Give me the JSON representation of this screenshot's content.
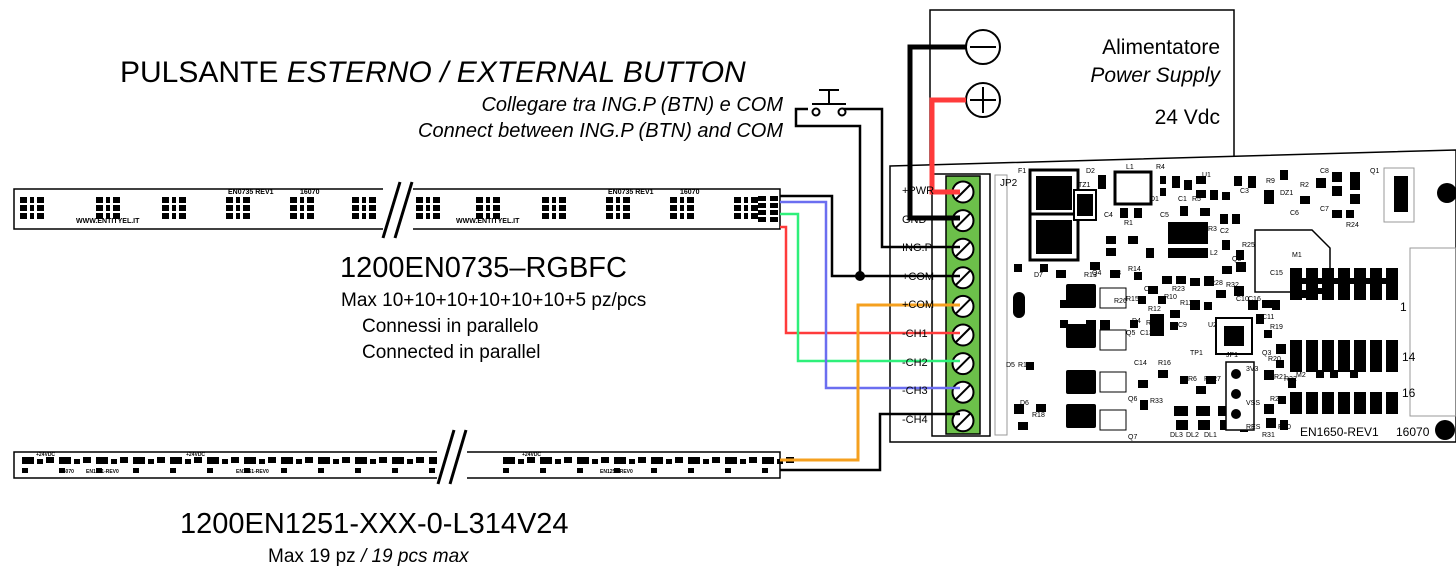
{
  "button": {
    "title_plain": "PULSANTE",
    "title_italic": "ESTERNO / EXTERNAL BUTTON",
    "note_it": "Collegare tra ING.P (BTN) e COM",
    "note_en": "Connect between ING.P (BTN) and COM"
  },
  "power_supply": {
    "name_it": "Alimentatore",
    "name_en": "Power Supply",
    "voltage": "24 Vdc"
  },
  "strip_rgb": {
    "model": "1200EN0735–RGBFC",
    "max": "Max 10+10+10+10+10+10+5 pz/pcs",
    "parallel_it": "Connessi in parallelo",
    "parallel_en": "Connected in parallel",
    "pcb_code": "EN0735 REV1",
    "pcb_date": "16070",
    "pcb_url": "WWW.ENTITYEL.IT"
  },
  "strip_single": {
    "model": "1200EN1251-XXX-0-L314V24",
    "max_plain": "Max 19 pz",
    "max_italic": "/ 19 pcs max",
    "pcb_code": "EN1251-REV0",
    "pcb_label": "+24VDC",
    "pcb_date": "16070"
  },
  "terminal": {
    "header": "JP2",
    "pins": [
      "+PWR",
      "GND",
      "ING.P",
      "+COM",
      "+COM",
      "-CH1",
      "-CH2",
      "-CH3",
      "-CH4"
    ]
  },
  "board": {
    "rev": "EN1650-REV1",
    "date": "16070",
    "components": [
      "F1",
      "D2",
      "L1",
      "R4",
      "U1",
      "TZ1",
      "D1",
      "C1",
      "R5",
      "C3",
      "R9",
      "DZ1",
      "R2",
      "C8",
      "Q1",
      "C6",
      "C7",
      "R24",
      "C4",
      "R1",
      "C5",
      "R3",
      "L2",
      "C2",
      "D3",
      "R14",
      "D7",
      "R13",
      "Q8",
      "R25",
      "Q4",
      "R15",
      "R10",
      "R12",
      "C12",
      "R23",
      "R28",
      "R32",
      "R11",
      "C15",
      "R26",
      "C9",
      "C10",
      "C16",
      "M1",
      "D4",
      "Q5",
      "RR1",
      "C13",
      "U2",
      "R19",
      "C11",
      "D5",
      "R17",
      "TP1",
      "R6",
      "R8",
      "R7",
      "JP1",
      "Q3",
      "R20",
      "C14",
      "R16",
      "Q6",
      "R33",
      "D6",
      "R18",
      "Q7",
      "DL3",
      "DL2",
      "DL1",
      "R21",
      "R22",
      "R27",
      "R31",
      "R30",
      "3V3",
      "VSS",
      "RES",
      "M2",
      "1",
      "14",
      "16"
    ]
  },
  "colors": {
    "red": "#ff3b3b",
    "green": "#2ef07a",
    "blue": "#6b6ef0",
    "orange": "#f5a01f",
    "terminal": "#6cc04a"
  }
}
